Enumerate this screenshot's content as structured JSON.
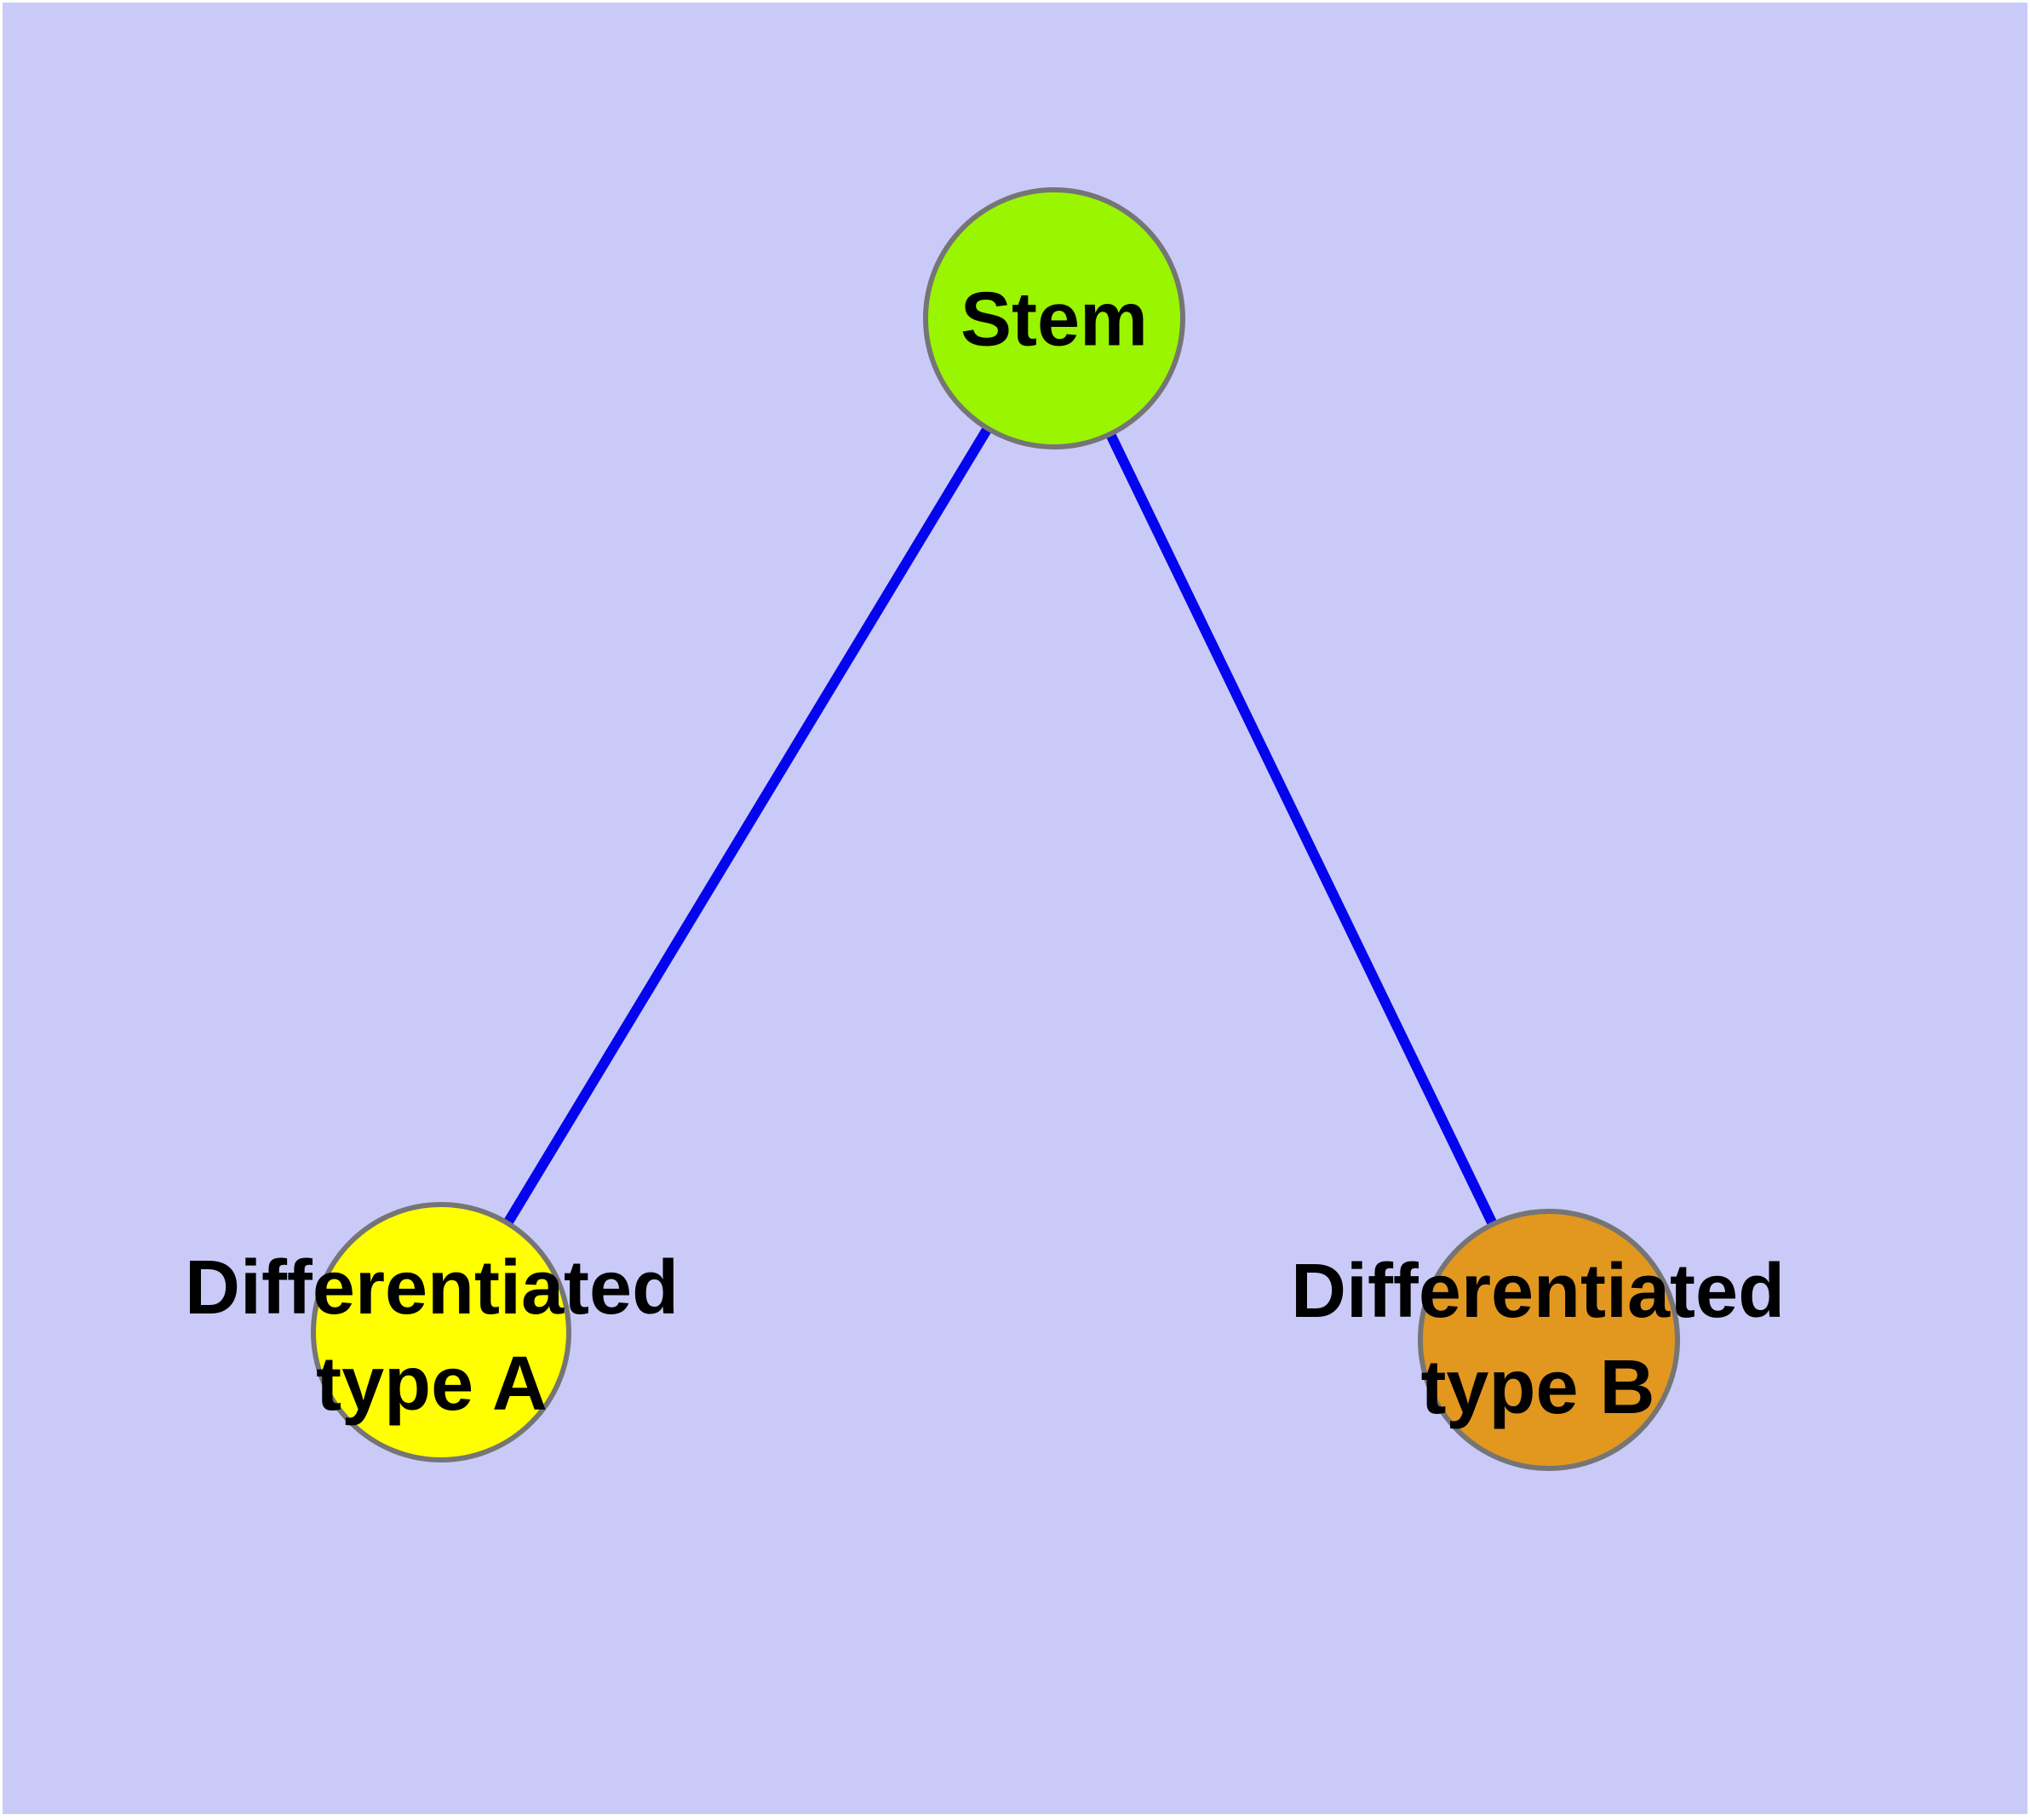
{
  "diagram": {
    "title": "",
    "canvas_color": "#CACAF8",
    "page_margin_color": "#FFFFFF",
    "edge_color": "#0404EE",
    "node_border_color": "#757575",
    "label_color": "#000000",
    "nodes": [
      {
        "id": "stem",
        "label": "Stem",
        "fill": "#99F500",
        "role": "root node"
      },
      {
        "id": "type-a",
        "label_line1": "Differentiated",
        "label_line2": "type A",
        "fill": "#FFFF00",
        "role": "child node"
      },
      {
        "id": "type-b",
        "label_line1": "Differentiated",
        "label_line2": "type B",
        "fill": "#E2971F",
        "role": "child node"
      }
    ],
    "edges": [
      {
        "from": "Stem",
        "to": "Differentiated type A"
      },
      {
        "from": "Stem",
        "to": "Differentiated type B"
      }
    ]
  }
}
